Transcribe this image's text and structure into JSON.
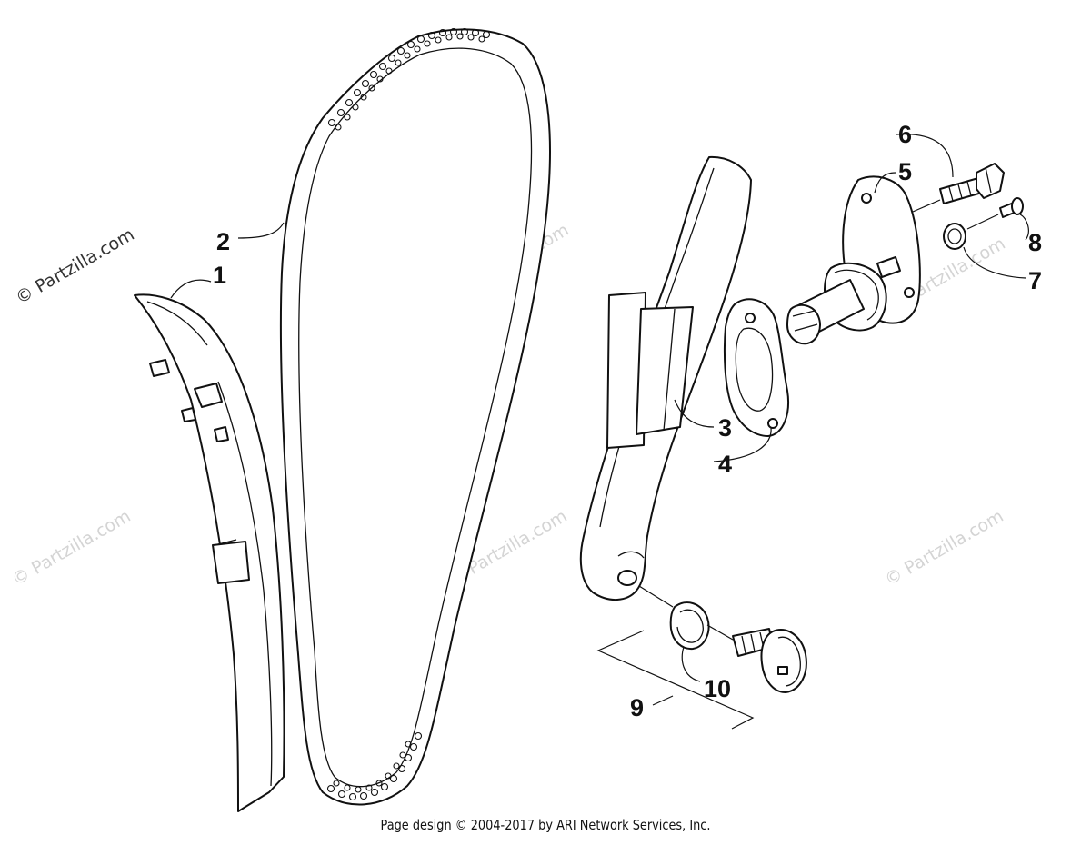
{
  "diagram": {
    "callouts": [
      {
        "id": "1",
        "label": "1"
      },
      {
        "id": "2",
        "label": "2"
      },
      {
        "id": "3",
        "label": "3"
      },
      {
        "id": "4",
        "label": "4"
      },
      {
        "id": "5",
        "label": "5"
      },
      {
        "id": "6",
        "label": "6"
      },
      {
        "id": "7",
        "label": "7"
      },
      {
        "id": "8",
        "label": "8"
      },
      {
        "id": "9",
        "label": "9"
      },
      {
        "id": "10",
        "label": "10"
      }
    ],
    "watermark": "© Partzilla.com"
  },
  "footer": {
    "text": "Page design © 2004-2017 by ARI Network Services, Inc."
  }
}
